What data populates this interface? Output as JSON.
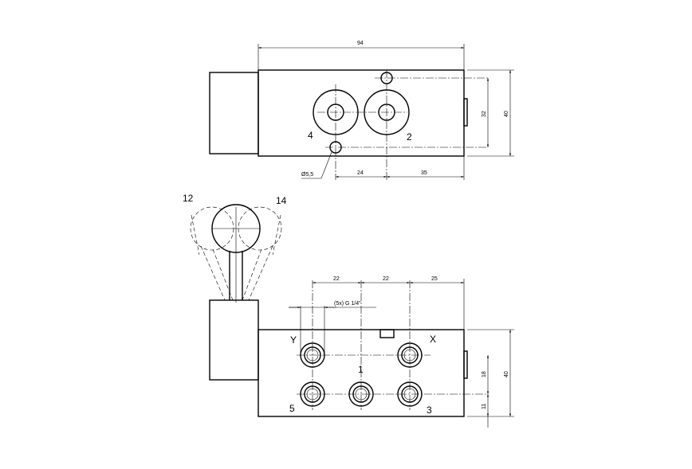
{
  "top_view": {
    "dim_overall_width": "94",
    "dim_hole_spacing": "32",
    "dim_body_height": "40",
    "dim_port_spacing": "24",
    "dim_port_to_edge": "35",
    "hole_diameter": "Ø5,5",
    "port_left": "4",
    "port_right": "2"
  },
  "front_view": {
    "lever_pos_left": "12",
    "lever_pos_right": "14",
    "dim_pitch_1": "22",
    "dim_pitch_2": "22",
    "dim_edge": "25",
    "thread_callout": "(5x) G 1/4\"",
    "dim_row_spacing": "18",
    "dim_bottom_offset": "11",
    "dim_body_height": "40",
    "port_y": "Y",
    "port_x": "X",
    "port_1": "1",
    "port_5": "5",
    "port_3": "3"
  }
}
